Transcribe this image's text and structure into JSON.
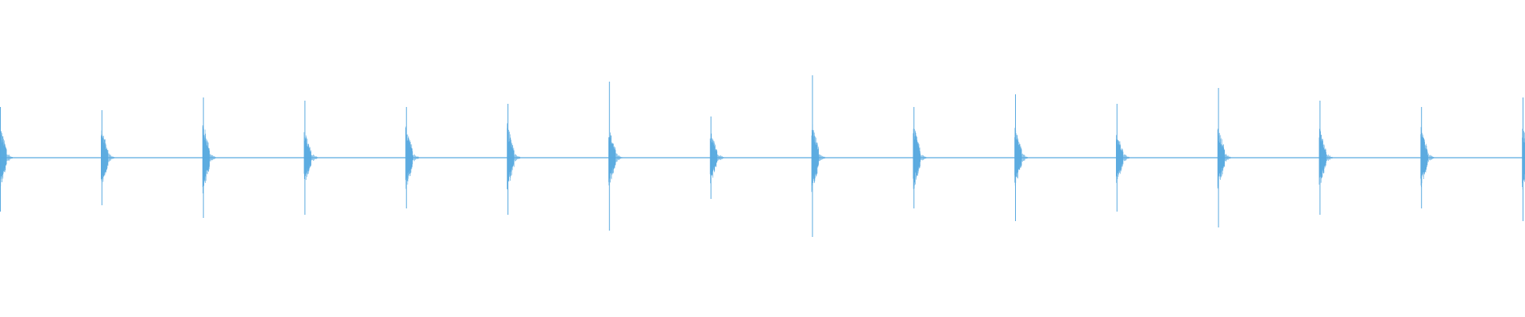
{
  "waveform": {
    "color": "#5aaae0",
    "baseline_amplitude": 0.01,
    "burst_count": 16,
    "bursts": [
      {
        "index": 1,
        "peak_up": 0.32,
        "peak_down": 0.34,
        "body": 0.22
      },
      {
        "index": 2,
        "peak_up": 0.3,
        "peak_down": 0.3,
        "body": 0.2
      },
      {
        "index": 3,
        "peak_up": 0.38,
        "peak_down": 0.38,
        "body": 0.24
      },
      {
        "index": 4,
        "peak_up": 0.36,
        "peak_down": 0.36,
        "body": 0.18
      },
      {
        "index": 5,
        "peak_up": 0.32,
        "peak_down": 0.32,
        "body": 0.22
      },
      {
        "index": 6,
        "peak_up": 0.34,
        "peak_down": 0.36,
        "body": 0.22
      },
      {
        "index": 7,
        "peak_up": 0.48,
        "peak_down": 0.46,
        "body": 0.2
      },
      {
        "index": 8,
        "peak_up": 0.26,
        "peak_down": 0.26,
        "body": 0.18
      },
      {
        "index": 9,
        "peak_up": 0.52,
        "peak_down": 0.5,
        "body": 0.24
      },
      {
        "index": 10,
        "peak_up": 0.32,
        "peak_down": 0.32,
        "body": 0.22
      },
      {
        "index": 11,
        "peak_up": 0.4,
        "peak_down": 0.4,
        "body": 0.2
      },
      {
        "index": 12,
        "peak_up": 0.34,
        "peak_down": 0.34,
        "body": 0.18
      },
      {
        "index": 13,
        "peak_up": 0.44,
        "peak_down": 0.44,
        "body": 0.22
      },
      {
        "index": 14,
        "peak_up": 0.36,
        "peak_down": 0.36,
        "body": 0.2
      },
      {
        "index": 15,
        "peak_up": 0.32,
        "peak_down": 0.32,
        "body": 0.2
      },
      {
        "index": 16,
        "peak_up": 0.38,
        "peak_down": 0.4,
        "body": 0.22
      }
    ]
  }
}
